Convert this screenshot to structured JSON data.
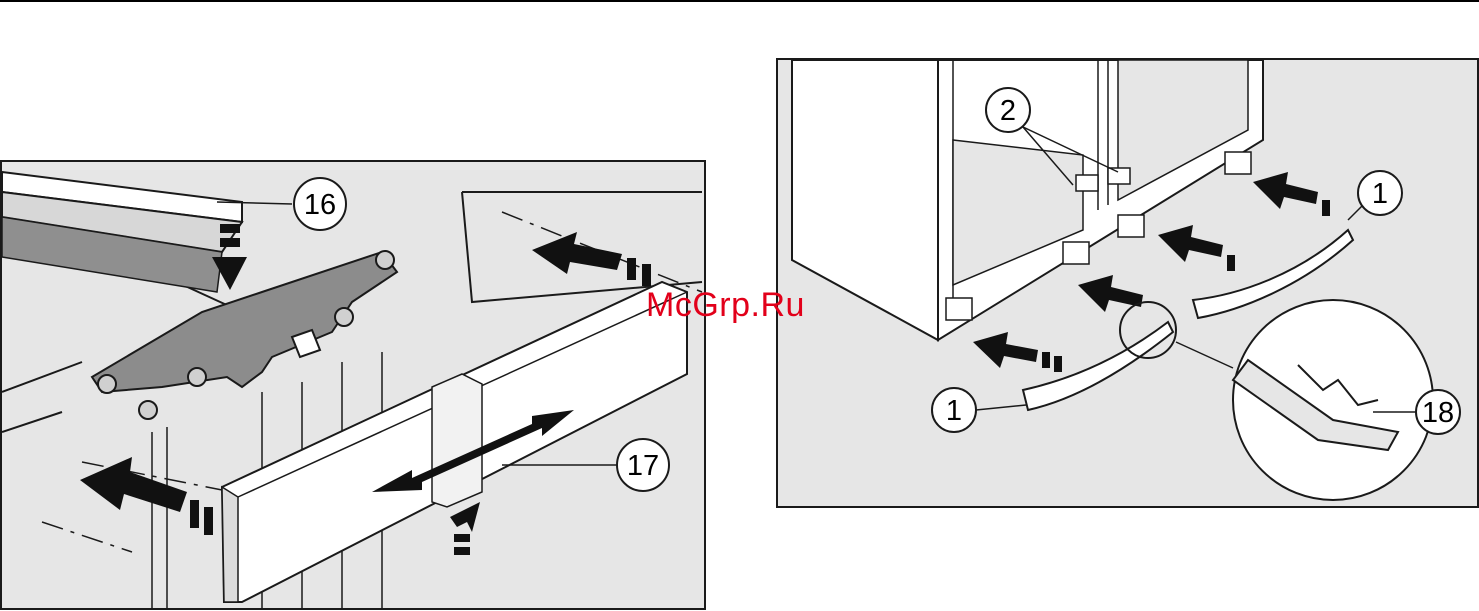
{
  "callouts": {
    "left": {
      "c16": "16",
      "c17": "17"
    },
    "right": {
      "c2": "2",
      "c1a": "1",
      "c1b": "1",
      "c18": "18"
    }
  },
  "watermark": "McGrp.Ru",
  "colors": {
    "panel_background": "#e6e6e6",
    "line": "#1a1a1a",
    "part_fill": "#ffffff",
    "bracket_dark": "#8c8c8c",
    "watermark": "#e2001a"
  }
}
